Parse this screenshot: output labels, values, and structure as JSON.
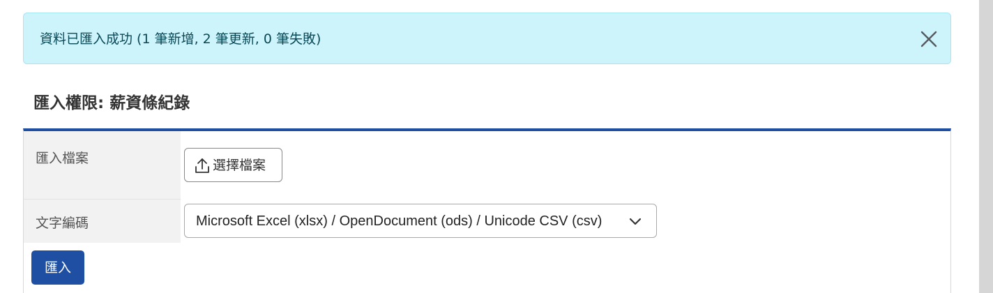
{
  "alert": {
    "message": "資料已匯入成功 (1 筆新增, 2 筆更新, 0 筆失敗)",
    "close_icon": "close-icon",
    "background_color": "#cdf3fb",
    "text_color": "#0a4a57"
  },
  "section": {
    "title": "匯入權限: 薪資條紀錄"
  },
  "form": {
    "accent_color": "#1f4fa3",
    "file_row": {
      "label": "匯入檔案",
      "button_label": "選擇檔案",
      "button_icon": "upload-icon"
    },
    "encoding_row": {
      "label": "文字編碼",
      "selected_option": "Microsoft Excel (xlsx) / OpenDocument (ods) / Unicode CSV (csv)",
      "dropdown_icon": "chevron-down-icon"
    },
    "submit_label": "匯入"
  }
}
